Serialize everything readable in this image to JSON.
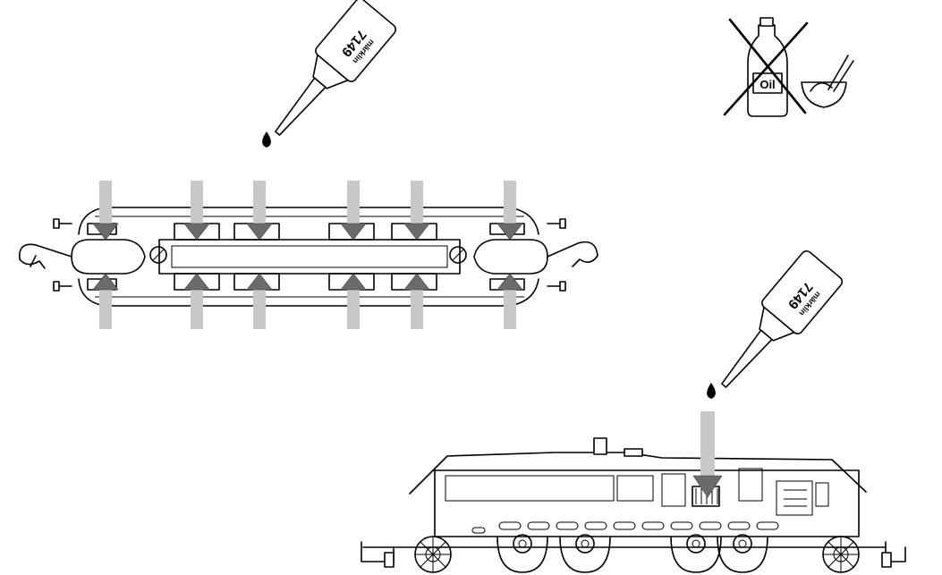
{
  "oil_bottles": [
    {
      "brand": "märklin",
      "number": "7149"
    },
    {
      "brand": "märklin",
      "number": "7149"
    }
  ],
  "prohibited_icon": {
    "bottle_label": "Oil"
  },
  "colors": {
    "line": "#000000",
    "arrow_shaft": "#c8c8c8",
    "arrow_head": "#6b6b6b",
    "background": "#ffffff"
  }
}
